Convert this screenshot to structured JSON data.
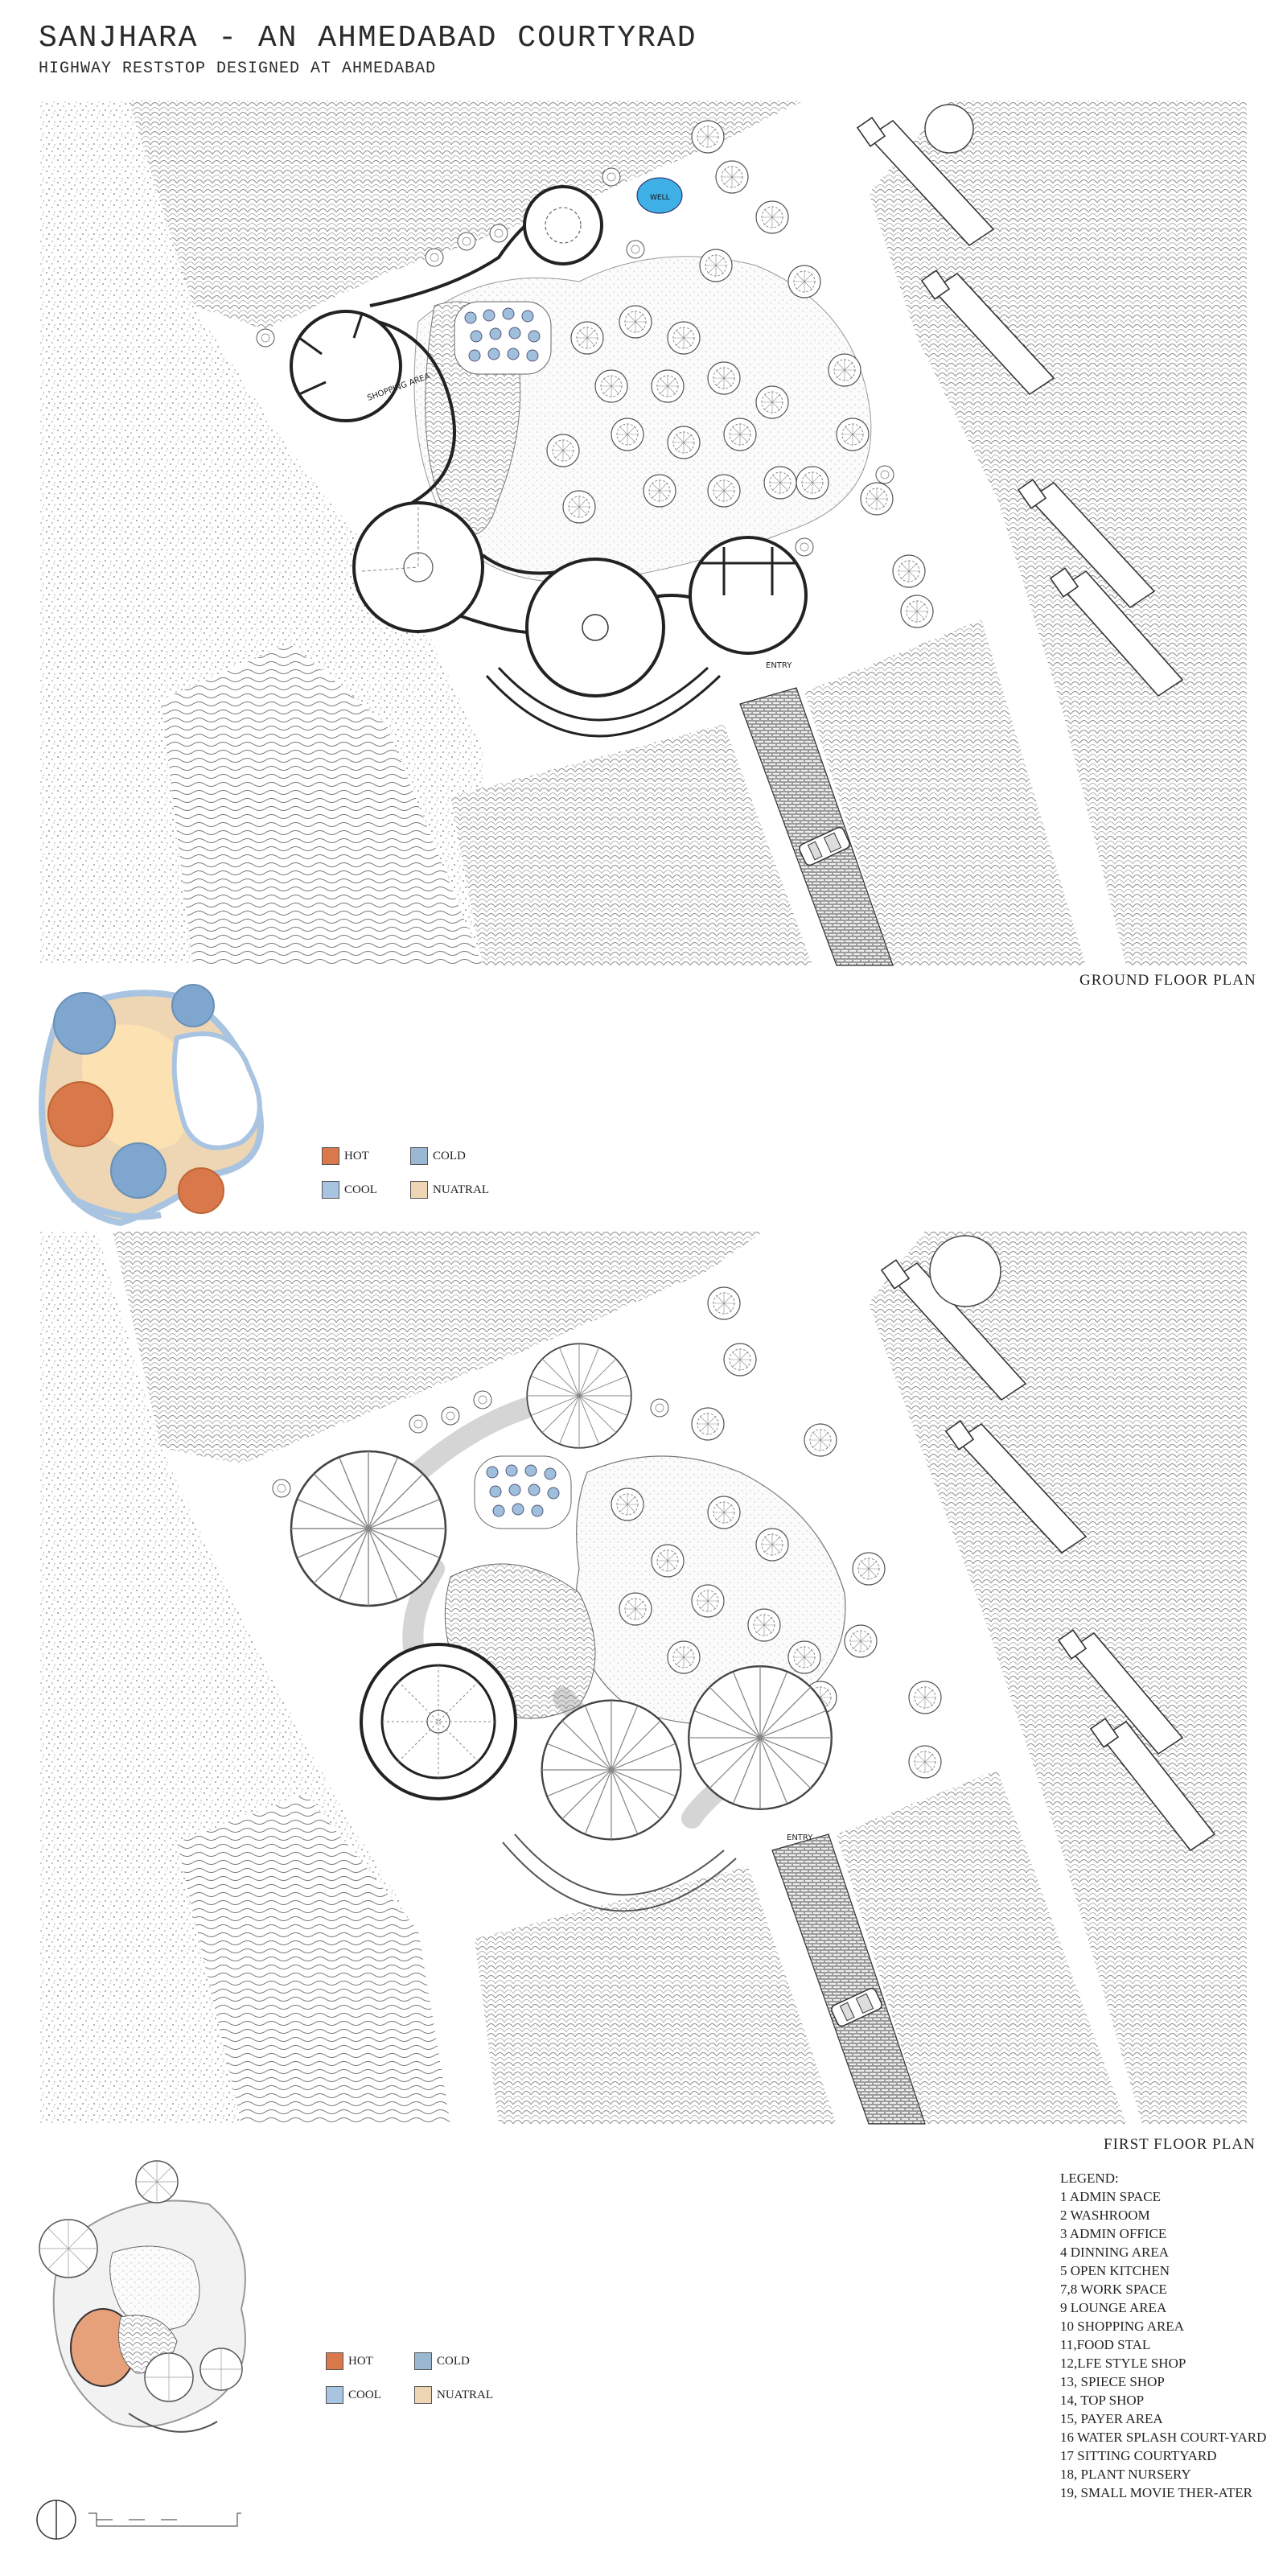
{
  "title": "SANJHARA - AN AHMEDABAD COURTYRAD",
  "subtitle": "HIGHWAY RESTSTOP DESIGNED AT AHMEDABAD",
  "ground_floor": {
    "label": "GROUND FLOOR PLAN",
    "tags": {
      "well": "WELL",
      "shopping": "SHOPPING AREA",
      "entry": "ENTRY"
    }
  },
  "first_floor": {
    "label": "FIRST FLOOR PLAN",
    "tags": {
      "entry": "ENTRY"
    }
  },
  "climate_key_1": {
    "items": [
      {
        "label": "HOT",
        "color": "#d9784a"
      },
      {
        "label": "COLD",
        "color": "#9bb8d3"
      },
      {
        "label": "COOL",
        "color": "#a9c4e0"
      },
      {
        "label": "NUATRAL",
        "color": "#eed6b4"
      }
    ]
  },
  "climate_key_2": {
    "items": [
      {
        "label": "HOT",
        "color": "#d9784a"
      },
      {
        "label": "COLD",
        "color": "#9bb8d3"
      },
      {
        "label": "COOL",
        "color": "#a9c4e0"
      },
      {
        "label": "NUATRAL",
        "color": "#eed6b4"
      }
    ]
  },
  "legend": {
    "heading": "LEGEND:",
    "items": [
      "1 ADMIN SPACE",
      "2 WASHROOM",
      "3 ADMIN OFFICE",
      "4 DINNING AREA",
      "5 OPEN KITCHEN",
      "7,8 WORK SPACE",
      "9 LOUNGE AREA",
      "10 SHOPPING AREA",
      "11,FOOD STAL",
      "12,LFE STYLE SHOP",
      "13, SPIECE SHOP",
      "14, TOP SHOP",
      "15, PAYER AREA",
      "16 WATER SPLASH COURT-YARD",
      "17 SITTING COURTYARD",
      "18, PLANT NURSERY",
      "19, SMALL MOVIE THER-ATER"
    ]
  },
  "colors": {
    "hot": "#d9784a",
    "cold": "#7fa6cf",
    "cool": "#a9c4e0",
    "neutral": "#eed6b4",
    "well": "#3fb0e6"
  }
}
